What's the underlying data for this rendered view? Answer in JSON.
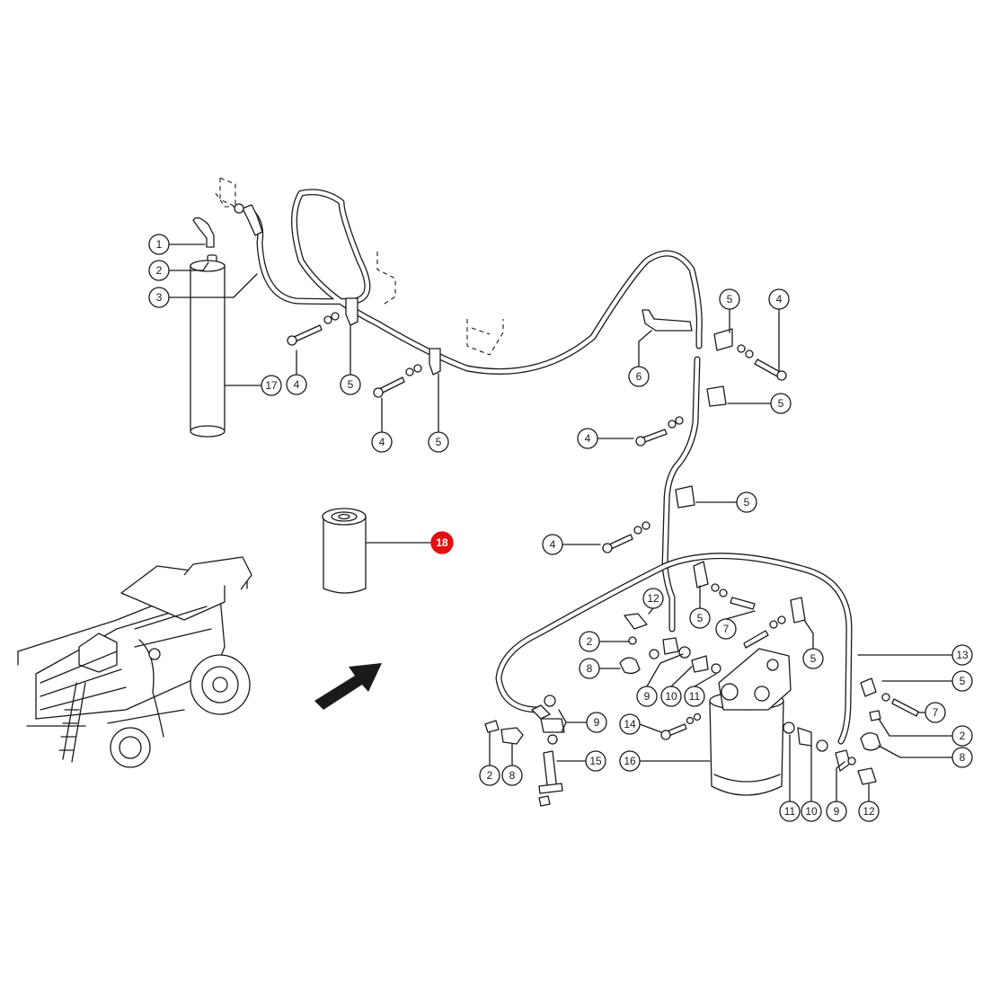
{
  "diagram": {
    "accent_color": "#e01010",
    "highlighted_label": "18",
    "callouts": [
      {
        "id": "c-1a",
        "label": "1"
      },
      {
        "id": "c-2a",
        "label": "2"
      },
      {
        "id": "c-3",
        "label": "3"
      },
      {
        "id": "c-17",
        "label": "17"
      },
      {
        "id": "c-4a",
        "label": "4"
      },
      {
        "id": "c-5a",
        "label": "5"
      },
      {
        "id": "c-4b",
        "label": "4"
      },
      {
        "id": "c-5b",
        "label": "5"
      },
      {
        "id": "c-6",
        "label": "6"
      },
      {
        "id": "c-5c",
        "label": "5"
      },
      {
        "id": "c-4c",
        "label": "4"
      },
      {
        "id": "c-5d",
        "label": "5"
      },
      {
        "id": "c-4d",
        "label": "4"
      },
      {
        "id": "c-5e",
        "label": "5"
      },
      {
        "id": "c-4e",
        "label": "4"
      },
      {
        "id": "c-18",
        "label": "18"
      },
      {
        "id": "c-12a",
        "label": "12"
      },
      {
        "id": "c-5f",
        "label": "5"
      },
      {
        "id": "c-7a",
        "label": "7"
      },
      {
        "id": "c-5g",
        "label": "5"
      },
      {
        "id": "c-2b",
        "label": "2"
      },
      {
        "id": "c-8a",
        "label": "8"
      },
      {
        "id": "c-9a",
        "label": "9"
      },
      {
        "id": "c-10a",
        "label": "10"
      },
      {
        "id": "c-11a",
        "label": "11"
      },
      {
        "id": "c-13",
        "label": "13"
      },
      {
        "id": "c-5h",
        "label": "5"
      },
      {
        "id": "c-7b",
        "label": "7"
      },
      {
        "id": "c-2c",
        "label": "2"
      },
      {
        "id": "c-8b",
        "label": "8"
      },
      {
        "id": "c-9b",
        "label": "9"
      },
      {
        "id": "c-14",
        "label": "14"
      },
      {
        "id": "c-15",
        "label": "15"
      },
      {
        "id": "c-16",
        "label": "16"
      },
      {
        "id": "c-2d",
        "label": "2"
      },
      {
        "id": "c-8c",
        "label": "8"
      },
      {
        "id": "c-11b",
        "label": "11"
      },
      {
        "id": "c-10b",
        "label": "10"
      },
      {
        "id": "c-9c",
        "label": "9"
      },
      {
        "id": "c-12b",
        "label": "12"
      }
    ]
  }
}
